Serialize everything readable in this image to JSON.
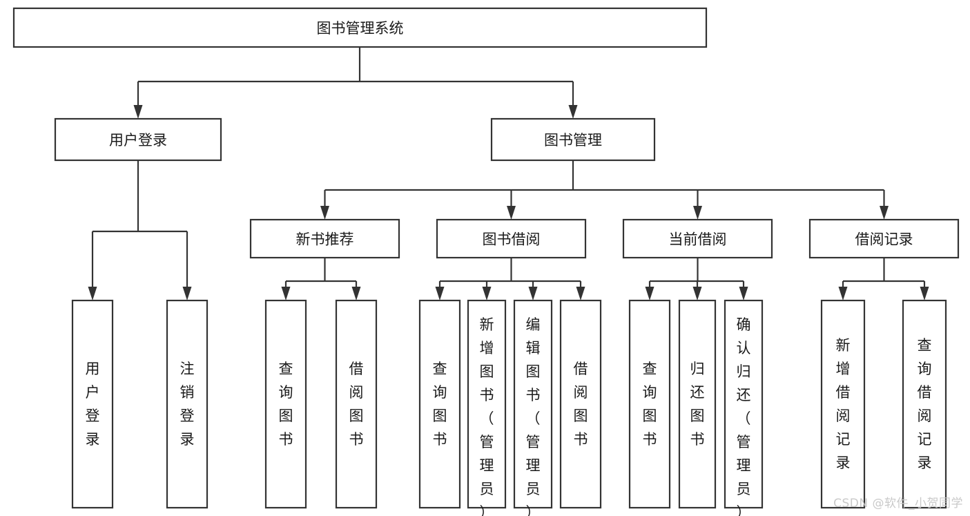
{
  "diagram": {
    "title": "图书管理系统",
    "type": "hierarchy-tree",
    "root": {
      "id": "root",
      "label": "图书管理系统",
      "orientation": "horizontal"
    },
    "level1": [
      {
        "id": "user-login",
        "label": "用户登录",
        "orientation": "horizontal"
      },
      {
        "id": "book-management",
        "label": "图书管理",
        "orientation": "horizontal"
      }
    ],
    "level2": [
      {
        "id": "new-book-recommend",
        "label": "新书推荐",
        "orientation": "horizontal",
        "parent": "book-management"
      },
      {
        "id": "book-borrow",
        "label": "图书借阅",
        "orientation": "horizontal",
        "parent": "book-management"
      },
      {
        "id": "current-borrow",
        "label": "当前借阅",
        "orientation": "horizontal",
        "parent": "book-management"
      },
      {
        "id": "borrow-record",
        "label": "借阅记录",
        "orientation": "horizontal",
        "parent": "book-management"
      }
    ],
    "leaves": [
      {
        "id": "leaf-user-login",
        "label": "用户登录",
        "orientation": "vertical",
        "parent": "user-login"
      },
      {
        "id": "leaf-logout-login",
        "label": "注销登录",
        "orientation": "vertical",
        "parent": "user-login"
      },
      {
        "id": "leaf-query-book-1",
        "label": "查询图书",
        "orientation": "vertical",
        "parent": "new-book-recommend"
      },
      {
        "id": "leaf-borrow-book-1",
        "label": "借阅图书",
        "orientation": "vertical",
        "parent": "new-book-recommend"
      },
      {
        "id": "leaf-query-book-2",
        "label": "查询图书",
        "orientation": "vertical",
        "parent": "book-borrow"
      },
      {
        "id": "leaf-add-book-admin",
        "label": "新增图书（管理员）",
        "orientation": "vertical",
        "parent": "book-borrow"
      },
      {
        "id": "leaf-edit-book-admin",
        "label": "编辑图书（管理员）",
        "orientation": "vertical",
        "parent": "book-borrow"
      },
      {
        "id": "leaf-borrow-book-2",
        "label": "借阅图书",
        "orientation": "vertical",
        "parent": "book-borrow"
      },
      {
        "id": "leaf-query-book-3",
        "label": "查询图书",
        "orientation": "vertical",
        "parent": "current-borrow"
      },
      {
        "id": "leaf-return-book",
        "label": "归还图书",
        "orientation": "vertical",
        "parent": "current-borrow"
      },
      {
        "id": "leaf-confirm-return-admin",
        "label": "确认归还（管理员）",
        "orientation": "vertical",
        "parent": "current-borrow"
      },
      {
        "id": "leaf-add-borrow-record",
        "label": "新增借阅记录",
        "orientation": "vertical",
        "parent": "borrow-record"
      },
      {
        "id": "leaf-query-borrow-record",
        "label": "查询借阅记录",
        "orientation": "vertical",
        "parent": "borrow-record"
      }
    ],
    "colors": {
      "box_stroke": "#333333",
      "box_fill": "#ffffff",
      "text": "#1a1a1a",
      "connector": "#333333",
      "watermark": "#c9c9c9",
      "background": "#ffffff"
    }
  },
  "watermark": {
    "text": "CSDN @软件_小贺同学"
  }
}
